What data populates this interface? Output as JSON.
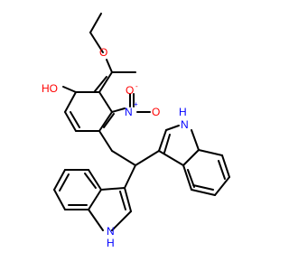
{
  "atoms": {
    "ho": "HO",
    "o_ether": "O",
    "n_nitro": "N",
    "n_nitro_charge": "+",
    "o_nitro_top": "O",
    "o_nitro_charge": "-",
    "o_nitro_side": "O",
    "nh_upper": "H",
    "nh_upper_n": "N",
    "nh_lower_n": "N",
    "nh_lower": "H"
  },
  "colors": {
    "bond": "#000000",
    "oxygen": "#ff0000",
    "nitrogen": "#0000ff",
    "background": "#ffffff"
  }
}
